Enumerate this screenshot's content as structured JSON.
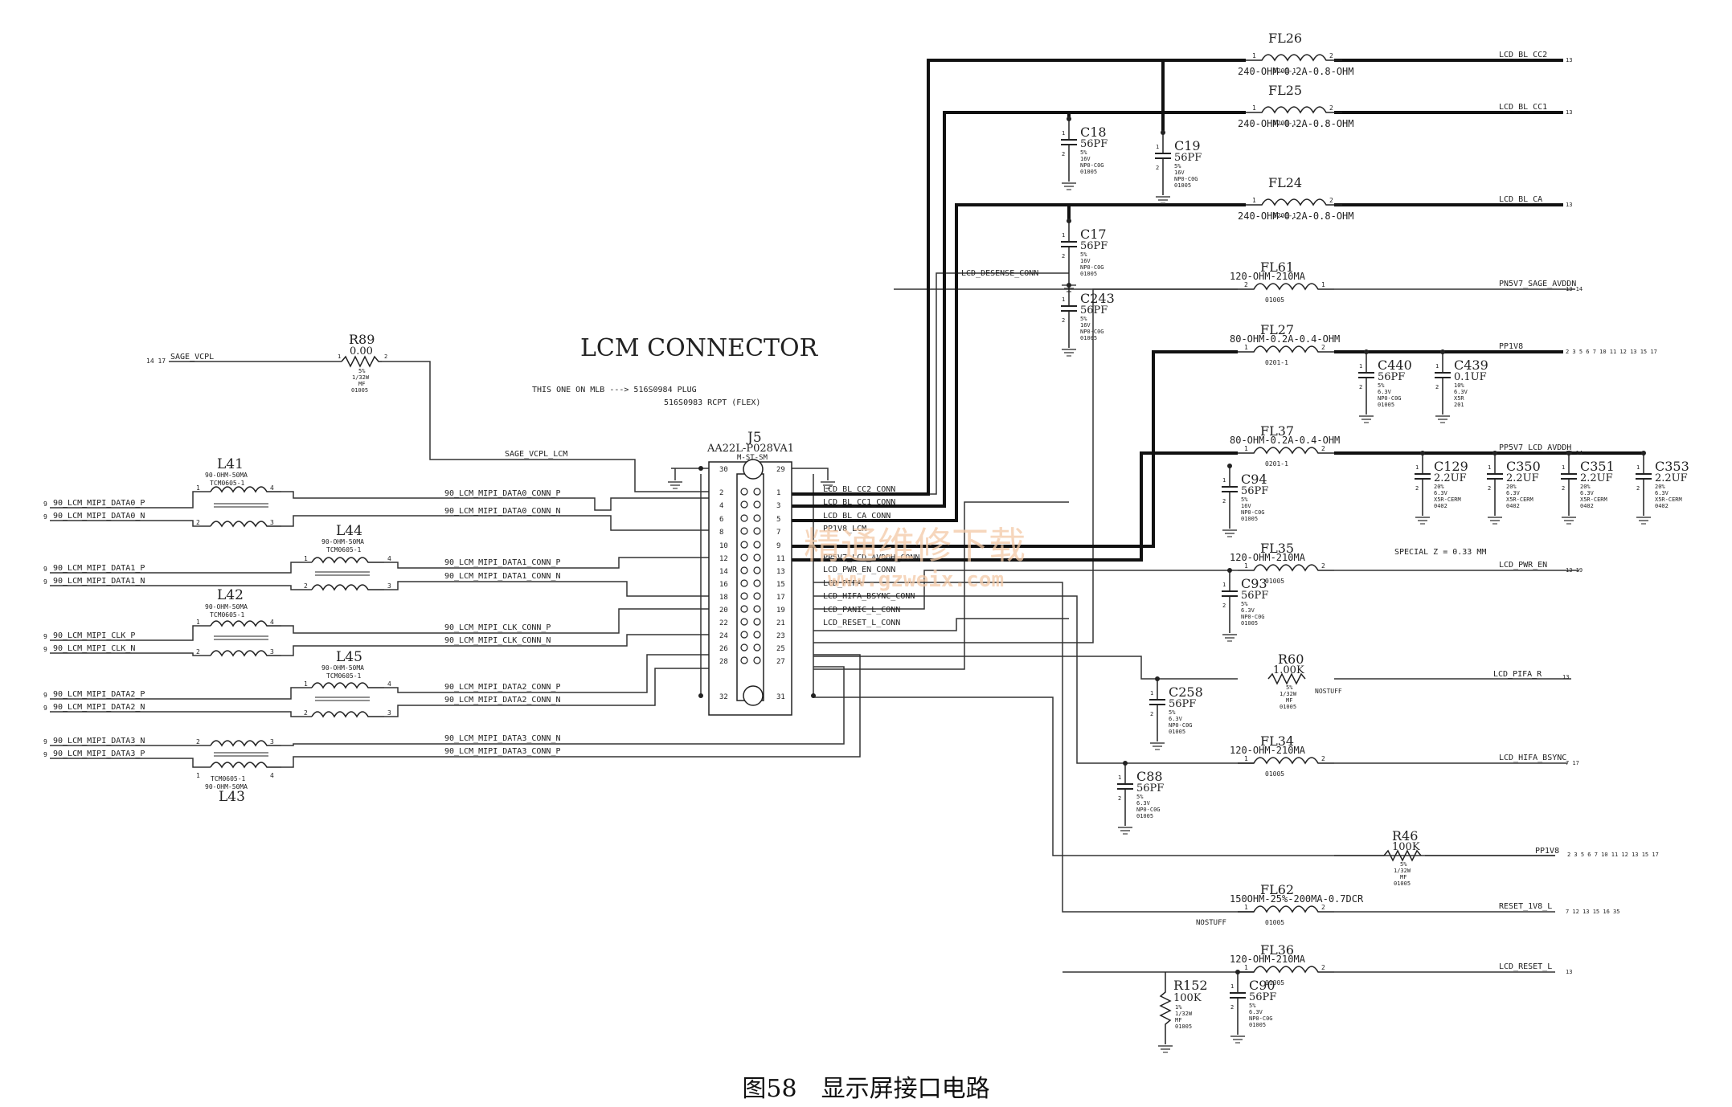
{
  "title": "LCM  CONNECTOR",
  "caption": "图58　显示屏接口电路",
  "note_line1": "THIS ONE ON MLB ---> 516S0984 PLUG",
  "note_line2": "516S0983 RCPT (FLEX)",
  "watermark": "精通维修下载",
  "watermark_url": "www.gzweix.com",
  "connector": {
    "ref": "J5",
    "part": "AA22L-P028VA1",
    "type": "M-ST-SM",
    "pins_left": [
      "30",
      "2",
      "4",
      "6",
      "8",
      "10",
      "12",
      "14",
      "16",
      "18",
      "20",
      "22",
      "24",
      "26",
      "28",
      "32"
    ],
    "pins_right": [
      "29",
      "1",
      "3",
      "5",
      "7",
      "9",
      "11",
      "13",
      "15",
      "17",
      "19",
      "21",
      "23",
      "25",
      "27",
      "31"
    ]
  },
  "r89": {
    "ref": "R89",
    "value": "0.00",
    "spec1": "5%",
    "spec2": "1/32W",
    "spec3": "MF",
    "spec4": "01005",
    "pin1": "1",
    "pin2": "2"
  },
  "sage_in": "SAGE_VCPL",
  "sage_in_pages": "14 17",
  "sage_lcm": "SAGE_VCPL_LCM",
  "chokes": [
    {
      "ref": "L41",
      "value": "90-OHM-50MA",
      "part": "TCM0605-1",
      "p1": "1",
      "p2": "2",
      "p3": "3",
      "p4": "4",
      "in_top": "90_LCM_MIPI_DATA0_P",
      "in_bot": "90_LCM_MIPI_DATA0_N",
      "out_top": "90_LCM_MIPI_DATA0_CONN_P",
      "out_bot": "90_LCM_MIPI_DATA0_CONN_N"
    },
    {
      "ref": "L44",
      "value": "90-OHM-50MA",
      "part": "TCM0605-1",
      "p1": "1",
      "p2": "2",
      "p3": "3",
      "p4": "4",
      "in_top": "90_LCM_MIPI_DATA1_P",
      "in_bot": "90_LCM_MIPI_DATA1_N",
      "out_top": "90_LCM_MIPI_DATA1_CONN_P",
      "out_bot": "90_LCM_MIPI_DATA1_CONN_N"
    },
    {
      "ref": "L42",
      "value": "90-OHM-50MA",
      "part": "TCM0605-1",
      "p1": "1",
      "p2": "2",
      "p3": "3",
      "p4": "4",
      "in_top": "90_LCM_MIPI_CLK_P",
      "in_bot": "90_LCM_MIPI_CLK_N",
      "out_top": "90_LCM_MIPI_CLK_CONN_P",
      "out_bot": "90_LCM_MIPI_CLK_CONN_N"
    },
    {
      "ref": "L45",
      "value": "90-OHM-50MA",
      "part": "TCM0605-1",
      "p1": "1",
      "p2": "2",
      "p3": "3",
      "p4": "4",
      "in_top": "90_LCM_MIPI_DATA2_P",
      "in_bot": "90_LCM_MIPI_DATA2_N",
      "out_top": "90_LCM_MIPI_DATA2_CONN_P",
      "out_bot": "90_LCM_MIPI_DATA2_CONN_N"
    },
    {
      "ref": "L43",
      "value": "90-OHM-50MA",
      "part": "TCM0605-1",
      "p1": "2",
      "p2": "1",
      "p3": "3",
      "p4": "4",
      "in_top": "90_LCM_MIPI_DATA3_N",
      "in_bot": "90_LCM_MIPI_DATA3_P",
      "out_top": "90_LCM_MIPI_DATA3_CONN_N",
      "out_bot": "90_LCM_MIPI_DATA3_CONN_P"
    }
  ],
  "conn_nets": {
    "bl_cc2": "LCD_BL_CC2_CONN",
    "bl_cc1": "LCD_BL_CC1_CONN",
    "bl_ca": "LCD_BL_CA_CONN",
    "desense": "LCD_DESENSE_CONN",
    "p1v8": "PP1V8_LCM",
    "p5v7": "PP5V7_LCD_AVDDH_CONN",
    "pwr_en": "LCD_PWR_EN_CONN",
    "pifa": "LCD_PIFA",
    "hifa": "LCD_HIFA_BSYNC_CONN",
    "panic": "LCD_PANIC_L_CONN",
    "reset": "LCD_RESET_L_CONN"
  },
  "inductors": [
    {
      "ref": "FL26",
      "value": "240-OHM-0.2A-0.8-OHM",
      "pkg": "0201-1",
      "p1": "1",
      "p2": "2",
      "net": "LCD_BL_CC2",
      "pages": "13"
    },
    {
      "ref": "FL25",
      "value": "240-OHM-0.2A-0.8-OHM",
      "pkg": "0201-1",
      "p1": "1",
      "p2": "2",
      "net": "LCD_BL_CC1",
      "pages": "13"
    },
    {
      "ref": "FL24",
      "value": "240-OHM-0.2A-0.8-OHM",
      "pkg": "0201-1",
      "p1": "1",
      "p2": "2",
      "net": "LCD_BL_CA",
      "pages": "13"
    },
    {
      "ref": "FL61",
      "value": "120-OHM-210MA",
      "pkg": "01005",
      "p1": "2",
      "p2": "1",
      "net": "PN5V7_SAGE_AVDDN",
      "pages": "13 14"
    },
    {
      "ref": "FL27",
      "value": "80-OHM-0.2A-0.4-OHM",
      "pkg": "0201-1",
      "p1": "1",
      "p2": "2",
      "net": "PP1V8",
      "pages": "2 3 5 6 7 10 11 12 13 15 17"
    },
    {
      "ref": "FL37",
      "value": "80-OHM-0.2A-0.4-OHM",
      "pkg": "0201-1",
      "p1": "1",
      "p2": "2",
      "net": "PP5V7_LCD_AVDDH",
      "pages": "13 14"
    },
    {
      "ref": "FL35",
      "value": "120-OHM-210MA",
      "pkg": "01005",
      "p1": "1",
      "p2": "2",
      "net": "LCD_PWR_EN",
      "pages": "13 19"
    },
    {
      "ref": "FL34",
      "value": "120-OHM-210MA",
      "pkg": "01005",
      "p1": "1",
      "p2": "2",
      "net": "LCD_HIFA_BSYNC",
      "pages": "7 17"
    },
    {
      "ref": "FL62",
      "value": "150OHM-25%-200MA-0.7DCR",
      "pkg": "01005",
      "p1": "1",
      "p2": "2",
      "net": "RESET_1V8_L",
      "pages": "7 12 13 15 16 35",
      "extra": "NOSTUFF"
    },
    {
      "ref": "FL36",
      "value": "120-OHM-210MA",
      "pkg": "01005",
      "p1": "1",
      "p2": "2",
      "net": "LCD_RESET_L",
      "pages": "13"
    }
  ],
  "resistors": [
    {
      "ref": "R60",
      "value": "1.00K",
      "spec1": "5%",
      "spec2": "1/32W",
      "spec3": "MF",
      "spec4": "01005",
      "extra": "NOSTUFF",
      "net": "LCD_PIFA_R",
      "pages": "13"
    },
    {
      "ref": "R46",
      "value": "100K",
      "spec1": "5%",
      "spec2": "1/32W",
      "spec3": "MF",
      "spec4": "01005",
      "net": "PP1V8",
      "pages": "2 3 5 6 7 10 11 12 13 15 17"
    },
    {
      "ref": "R152",
      "value": "100K",
      "spec1": "1%",
      "spec2": "1/32W",
      "spec3": "MF",
      "spec4": "01005"
    }
  ],
  "caps": [
    {
      "ref": "C18",
      "value": "56PF",
      "s1": "5%",
      "s2": "16V",
      "s3": "NP0-C0G",
      "s4": "01005"
    },
    {
      "ref": "C19",
      "value": "56PF",
      "s1": "5%",
      "s2": "16V",
      "s3": "NP0-C0G",
      "s4": "01005"
    },
    {
      "ref": "C17",
      "value": "56PF",
      "s1": "5%",
      "s2": "16V",
      "s3": "NP0-C0G",
      "s4": "01005"
    },
    {
      "ref": "C243",
      "value": "56PF",
      "s1": "5%",
      "s2": "16V",
      "s3": "NP0-C0G",
      "s4": "01005"
    },
    {
      "ref": "C440",
      "value": "56PF",
      "s1": "5%",
      "s2": "6.3V",
      "s3": "NP0-C0G",
      "s4": "01005"
    },
    {
      "ref": "C439",
      "value": "0.1UF",
      "s1": "10%",
      "s2": "6.3V",
      "s3": "X5R",
      "s4": "201"
    },
    {
      "ref": "C94",
      "value": "56PF",
      "s1": "5%",
      "s2": "16V",
      "s3": "NP0-C0G",
      "s4": "01005"
    },
    {
      "ref": "C129",
      "value": "2.2UF",
      "s1": "20%",
      "s2": "6.3V",
      "s3": "X5R-CERM",
      "s4": "0402"
    },
    {
      "ref": "C350",
      "value": "2.2UF",
      "s1": "20%",
      "s2": "6.3V",
      "s3": "X5R-CERM",
      "s4": "0402"
    },
    {
      "ref": "C351",
      "value": "2.2UF",
      "s1": "20%",
      "s2": "6.3V",
      "s3": "X5R-CERM",
      "s4": "0402"
    },
    {
      "ref": "C353",
      "value": "2.2UF",
      "s1": "20%",
      "s2": "6.3V",
      "s3": "X5R-CERM",
      "s4": "0402"
    },
    {
      "ref": "C93",
      "value": "56PF",
      "s1": "5%",
      "s2": "6.3V",
      "s3": "NP0-C0G",
      "s4": "01005"
    },
    {
      "ref": "C258",
      "value": "56PF",
      "s1": "5%",
      "s2": "6.3V",
      "s3": "NP0-C0G",
      "s4": "01005"
    },
    {
      "ref": "C88",
      "value": "56PF",
      "s1": "5%",
      "s2": "6.3V",
      "s3": "NP0-C0G",
      "s4": "01005"
    },
    {
      "ref": "C90",
      "value": "56PF",
      "s1": "5%",
      "s2": "6.3V",
      "s3": "NP0-C0G",
      "s4": "01005"
    }
  ],
  "special_note": "SPECIAL Z = 0.33 MM",
  "sig_pages": "9",
  "cap_pins": [
    "1",
    "2"
  ]
}
